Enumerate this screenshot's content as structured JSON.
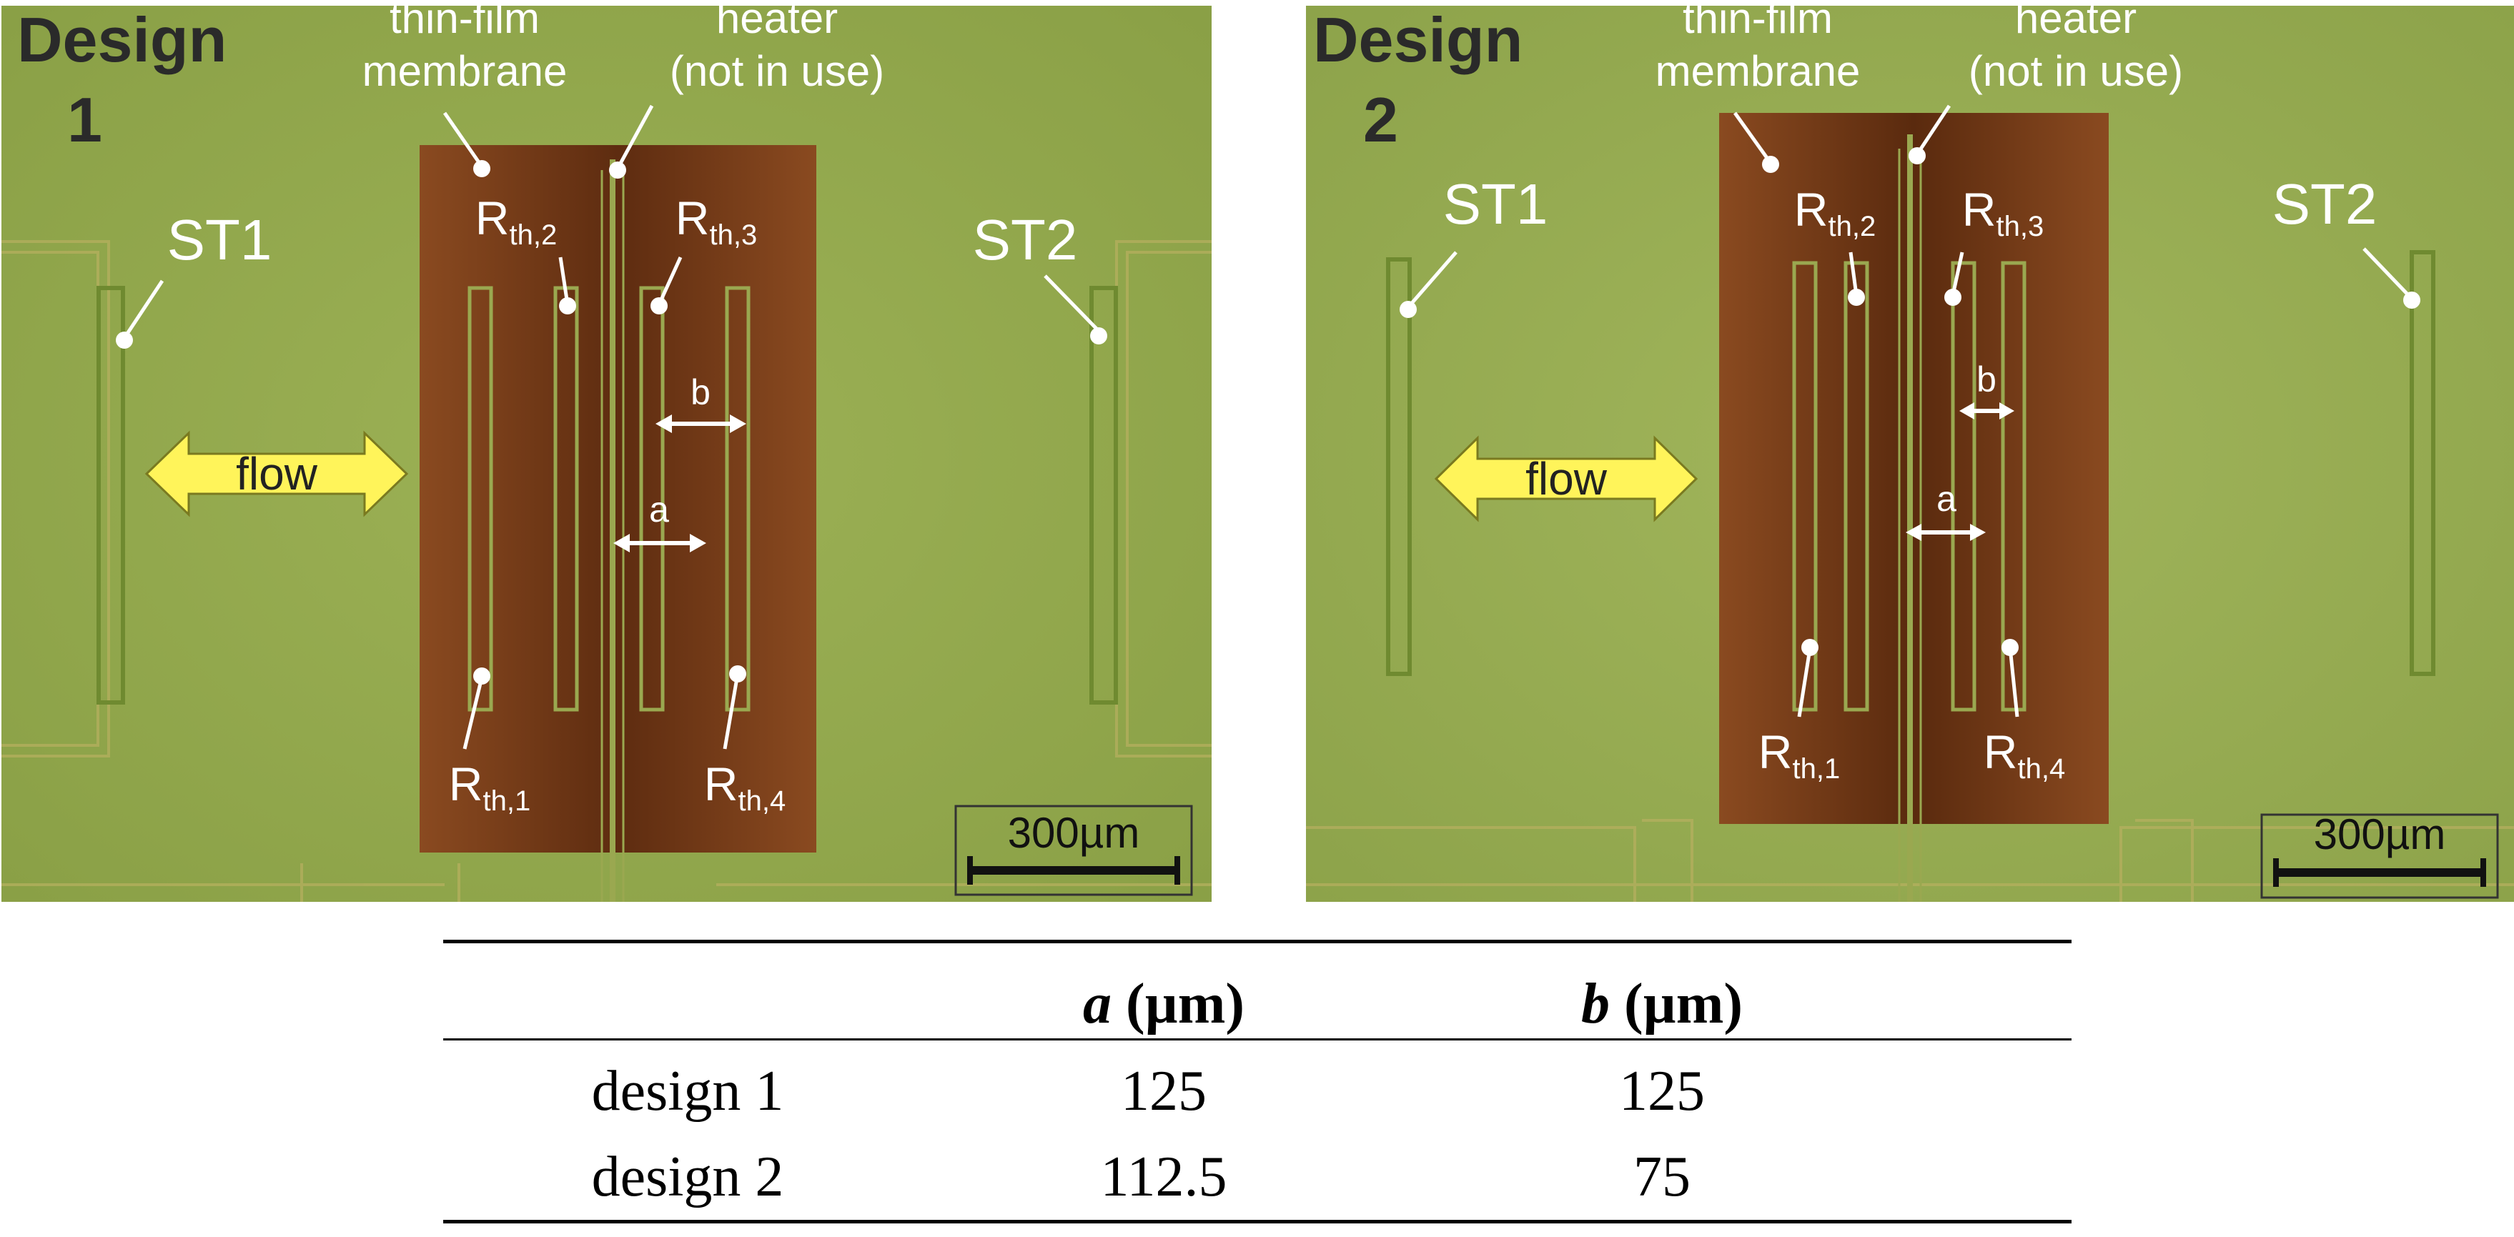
{
  "panels": [
    {
      "design_title": "Design",
      "design_number": "1",
      "label_membrane_line1": "thin-film",
      "label_membrane_line2": "membrane",
      "label_heater_line1": "heater",
      "label_heater_line2": "(not in use)",
      "st1": "ST1",
      "st2": "ST2",
      "flow": "flow",
      "dim_a": "a",
      "dim_b": "b",
      "r_main": "R",
      "r1_sub": "th,1",
      "r2_sub": "th,2",
      "r3_sub": "th,3",
      "r4_sub": "th,4",
      "scale": "300µm"
    },
    {
      "design_title": "Design",
      "design_number": "2",
      "label_membrane_line1": "thin-film",
      "label_membrane_line2": "membrane",
      "label_heater_line1": "heater",
      "label_heater_line2": "(not in use)",
      "st1": "ST1",
      "st2": "ST2",
      "flow": "flow",
      "dim_a": "a",
      "dim_b": "b",
      "r_main": "R",
      "r1_sub": "th,1",
      "r2_sub": "th,2",
      "r3_sub": "th,3",
      "r4_sub": "th,4",
      "scale": "300µm"
    }
  ],
  "table": {
    "header": {
      "a_var": "a",
      "a_unit": " (µm)",
      "b_var": "b",
      "b_unit": " (µm)"
    },
    "rows": [
      {
        "design": "design 1",
        "a": "125",
        "b": "125"
      },
      {
        "design": "design 2",
        "a": "112.5",
        "b": "75"
      }
    ]
  },
  "colors": {
    "substrate": "#8fa64a",
    "membrane": "#7a3d1a",
    "label": "#ffffff",
    "design_title": "#2a2a2a",
    "flow_arrow": "#fff45a"
  }
}
